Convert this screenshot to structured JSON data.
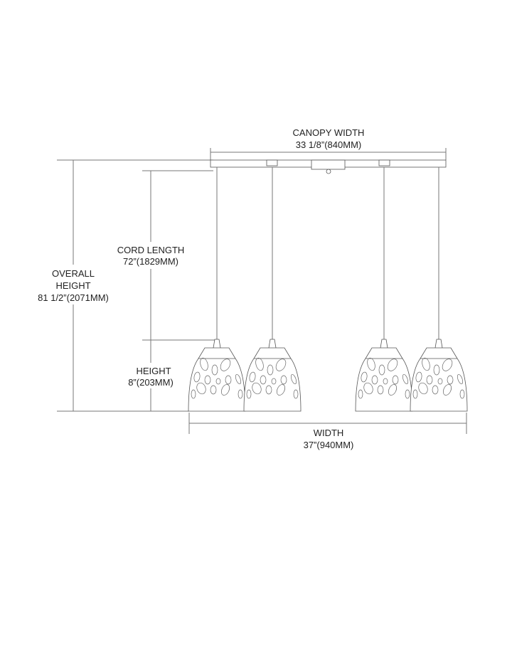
{
  "labels": {
    "canopy_width": {
      "title": "CANOPY WIDTH",
      "value": "33 1/8”(840MM)"
    },
    "cord_length": {
      "title": "CORD LENGTH",
      "value": "72”(1829MM)"
    },
    "overall_height": {
      "title_line1": "OVERALL",
      "title_line2": "HEIGHT",
      "value": "81 1/2”(2071MM)"
    },
    "height": {
      "title": "HEIGHT",
      "value": "8”(203MM)"
    },
    "width": {
      "title": "WIDTH",
      "value": "37”(940MM)"
    }
  },
  "pendant_count": 4
}
